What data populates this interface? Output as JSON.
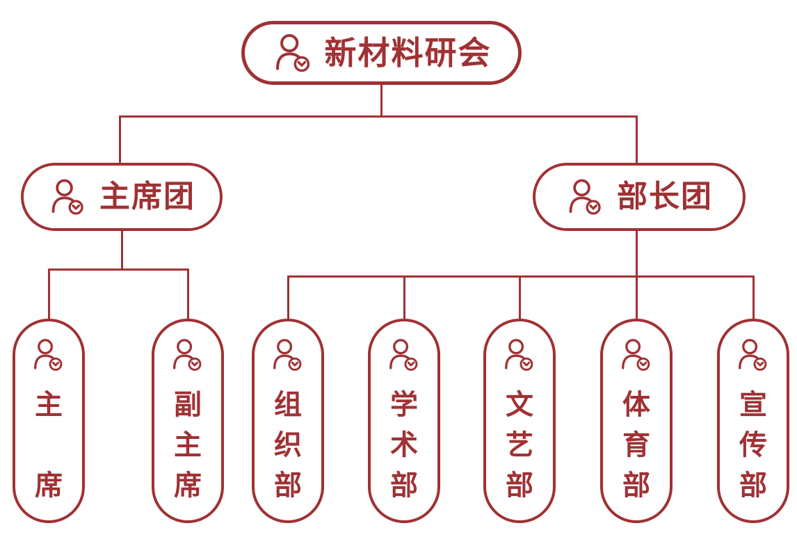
{
  "colors": {
    "accent": "#A03134",
    "background": "#FFFFFF"
  },
  "chart_data": {
    "type": "org-chart",
    "title": "新材料研会",
    "node_icon": "person-verified-icon",
    "root": {
      "label": "新材料研会"
    },
    "groups": [
      {
        "label": "主席团",
        "children": [
          {
            "label": "主席"
          },
          {
            "label": "副主席"
          }
        ]
      },
      {
        "label": "部长团",
        "children": [
          {
            "label": "组织部"
          },
          {
            "label": "学术部"
          },
          {
            "label": "文艺部"
          },
          {
            "label": "体育部"
          },
          {
            "label": "宣传部"
          }
        ]
      }
    ]
  }
}
